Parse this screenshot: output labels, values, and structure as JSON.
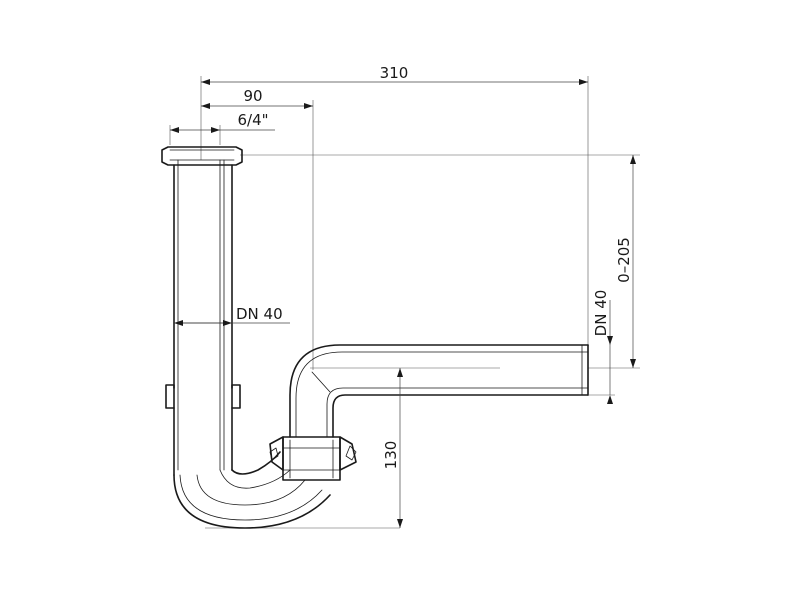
{
  "dimensions": {
    "overall_width": "310",
    "inlet_offset": "90",
    "inlet_thread": "6/4\"",
    "pipe_diameter_vertical": "DN 40",
    "pipe_diameter_horizontal": "DN 40",
    "height_adjust": "0–205",
    "trap_height": "130"
  },
  "colors": {
    "line": "#1a1a1a",
    "background": "#ffffff"
  }
}
